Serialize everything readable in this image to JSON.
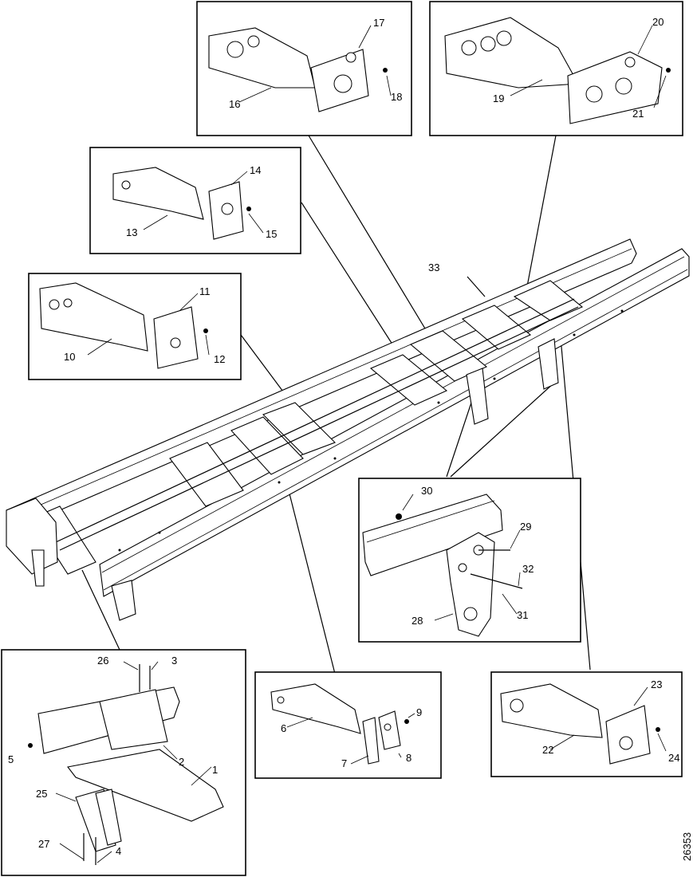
{
  "figure": {
    "reference_number": "26353",
    "callouts": [
      "1",
      "2",
      "3",
      "4",
      "5",
      "6",
      "7",
      "8",
      "9",
      "10",
      "11",
      "12",
      "13",
      "14",
      "15",
      "16",
      "17",
      "18",
      "19",
      "20",
      "21",
      "22",
      "23",
      "24",
      "25",
      "26",
      "27",
      "28",
      "29",
      "30",
      "31",
      "32",
      "33"
    ]
  }
}
